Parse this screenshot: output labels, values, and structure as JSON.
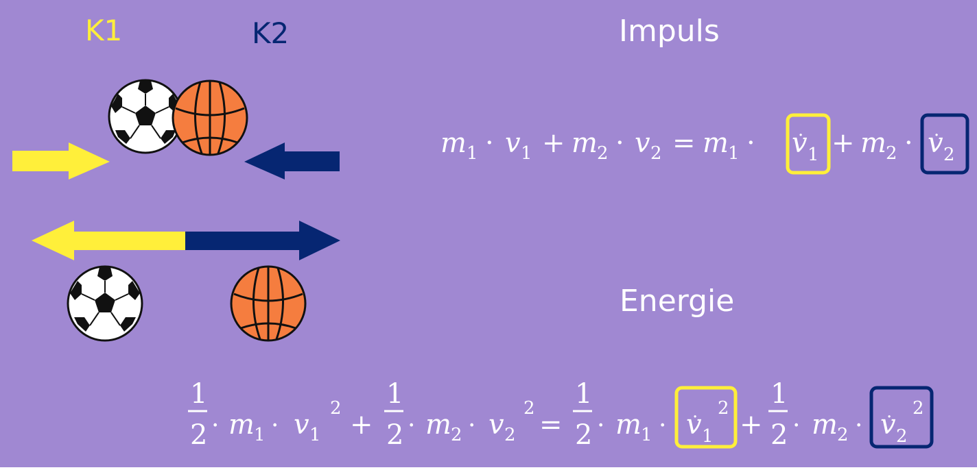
{
  "colors": {
    "background": "#A088D2",
    "k1": "#FFEF3A",
    "k2": "#062672",
    "text": "#FFFFFF",
    "basketball": "#F57D3F",
    "soccer_white": "#FFFFFF",
    "soccer_black": "#111111"
  },
  "labels": {
    "k1": "K1",
    "k2": "K2"
  },
  "sections": {
    "impuls_title": "Impuls",
    "energie_title": "Energie"
  },
  "icons": {
    "ball_k1": "soccer-ball-icon",
    "ball_k2": "basketball-icon",
    "arrow_right": "arrow-right-icon",
    "arrow_left": "arrow-left-icon"
  },
  "impuls": {
    "m1": "m",
    "s1": "1",
    "v1": "v",
    "sv1": "1",
    "m2": "m",
    "s2": "2",
    "v2": "v",
    "sv2": "2",
    "dot": "·",
    "plus": "+",
    "eq": "=",
    "vp1": "v",
    "svp1": "1",
    "dotp1": "·",
    "vp2": "v",
    "svp2": "2",
    "dotp2": "·"
  },
  "energie": {
    "num": "1",
    "den": "2",
    "sq": "2"
  }
}
